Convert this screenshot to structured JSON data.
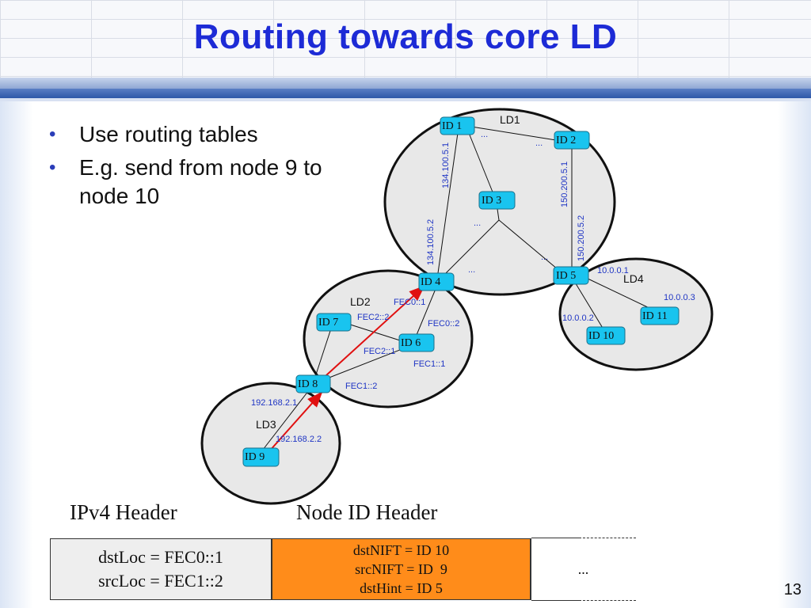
{
  "slide": {
    "title": "Routing towards core LD",
    "page_number": "13",
    "bullets": [
      "Use routing tables",
      "E.g. send from node 9 to node 10"
    ]
  },
  "domains": {
    "ld1": "LD1",
    "ld2": "LD2",
    "ld3": "LD3",
    "ld4": "LD4"
  },
  "nodes": {
    "id1": "ID 1",
    "id2": "ID 2",
    "id3": "ID 3",
    "id4": "ID 4",
    "id5": "ID 5",
    "id6": "ID 6",
    "id7": "ID 7",
    "id8": "ID 8",
    "id9": "ID 9",
    "id10": "ID 10",
    "id11": "ID 11"
  },
  "addresses": {
    "a_134_100_5_1": "134.100.5.1",
    "a_134_100_5_2": "134.100.5.2",
    "a_150_200_5_1": "150.200.5.1",
    "a_150_200_5_2": "150.200.5.2",
    "a_10_0_0_1": "10.0.0.1",
    "a_10_0_0_2": "10.0.0.2",
    "a_10_0_0_3": "10.0.0.3",
    "fec0_1": "FEC0::1",
    "fec0_2": "FEC0::2",
    "fec1_1": "FEC1::1",
    "fec1_2": "FEC1::2",
    "fec2_1": "FEC2::1",
    "fec2_2": "FEC2::2",
    "a_192_168_2_1": "192.168.2.1",
    "a_192_168_2_2": "192.168.2.2",
    "ellipsis": "..."
  },
  "headers": {
    "ipv4_label": "IPv4 Header",
    "node_id_label": "Node ID Header",
    "ipv4_line1": "dstLoc = FEC0::1",
    "ipv4_line2": "srcLoc = FEC1::2",
    "node_line1": "dstNIFT = ID 10",
    "node_line2": "srcNIFT = ID  9",
    "node_line3": "dstHint = ID 5",
    "more": "..."
  },
  "colors": {
    "title": "#1d2bd6",
    "node_fill": "#19c4ef",
    "domain_fill": "#e8e8e8",
    "route_arrow": "#e01010",
    "address_text": "#1f35c4",
    "node_id_header": "#ff8c1a"
  }
}
